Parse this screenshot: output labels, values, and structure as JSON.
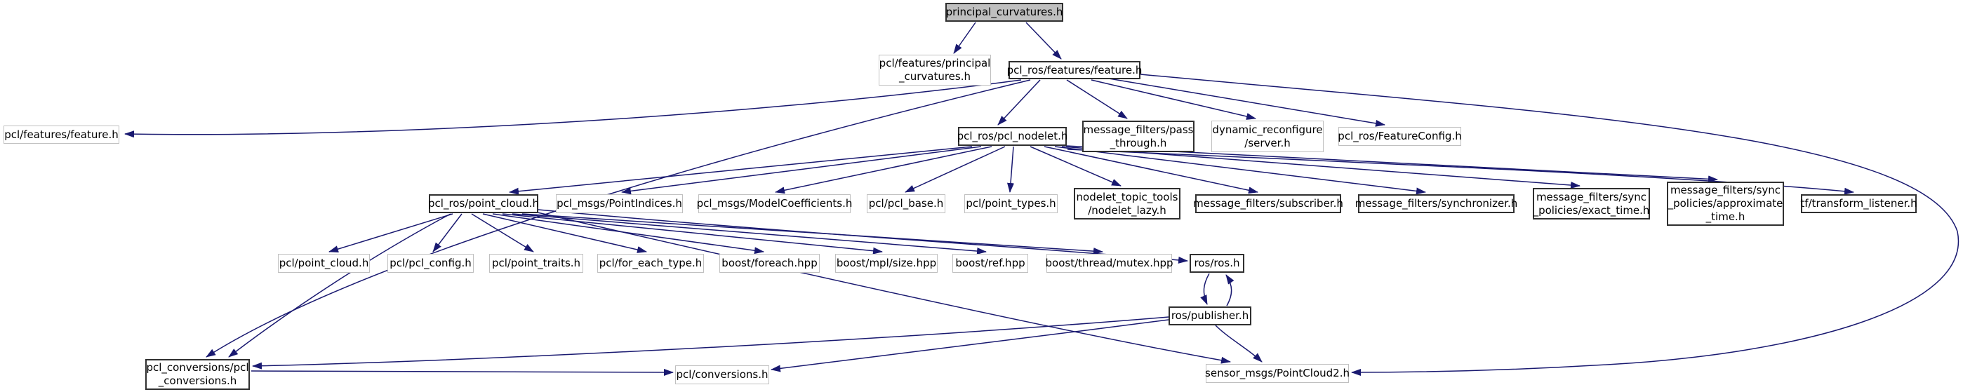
{
  "diagram": {
    "kind": "include-dependency-graph",
    "root_label": "principal_curvatures.h",
    "edge_color": "#191970",
    "current_node_fill": "#bfbfbf",
    "nodes": [
      {
        "id": "principal",
        "kind": "current",
        "label": [
          "principal_curvatures.h"
        ]
      },
      {
        "id": "featPrincipal",
        "kind": "external",
        "label": [
          "pcl/features/principal",
          "_curvatures.h"
        ]
      },
      {
        "id": "feature",
        "kind": "documented",
        "label": [
          "pcl_ros/features/feature.h"
        ]
      },
      {
        "id": "featFeature",
        "kind": "external",
        "label": [
          "pcl/features/feature.h"
        ]
      },
      {
        "id": "nodelet",
        "kind": "documented",
        "label": [
          "pcl_ros/pcl_nodelet.h"
        ]
      },
      {
        "id": "passThrough",
        "kind": "documented",
        "label": [
          "message_filters/pass",
          "_through.h"
        ]
      },
      {
        "id": "dynServer",
        "kind": "external",
        "label": [
          "dynamic_reconfigure",
          "/server.h"
        ]
      },
      {
        "id": "featureConfig",
        "kind": "external",
        "label": [
          "pcl_ros/FeatureConfig.h"
        ]
      },
      {
        "id": "rosPointCloud",
        "kind": "documented",
        "label": [
          "pcl_ros/point_cloud.h"
        ]
      },
      {
        "id": "pointIndices",
        "kind": "external",
        "label": [
          "pcl_msgs/PointIndices.h"
        ]
      },
      {
        "id": "modelCoeff",
        "kind": "external",
        "label": [
          "pcl_msgs/ModelCoefficients.h"
        ]
      },
      {
        "id": "pclBase",
        "kind": "external",
        "label": [
          "pcl/pcl_base.h"
        ]
      },
      {
        "id": "pointTypes",
        "kind": "external",
        "label": [
          "pcl/point_types.h"
        ]
      },
      {
        "id": "nodeletLazy",
        "kind": "documented",
        "label": [
          "nodelet_topic_tools",
          "/nodelet_lazy.h"
        ]
      },
      {
        "id": "subscriber",
        "kind": "documented",
        "label": [
          "message_filters/subscriber.h"
        ]
      },
      {
        "id": "synchronizer",
        "kind": "documented",
        "label": [
          "message_filters/synchronizer.h"
        ]
      },
      {
        "id": "exactTime",
        "kind": "documented",
        "label": [
          "message_filters/sync",
          "_policies/exact_time.h"
        ]
      },
      {
        "id": "approxTime",
        "kind": "documented",
        "label": [
          "message_filters/sync",
          "_policies/approximate",
          "_time.h"
        ]
      },
      {
        "id": "tf",
        "kind": "documented",
        "label": [
          "tf/transform_listener.h"
        ]
      },
      {
        "id": "pclPointCloud",
        "kind": "external",
        "label": [
          "pcl/point_cloud.h"
        ]
      },
      {
        "id": "pclConfig",
        "kind": "external",
        "label": [
          "pcl/pcl_config.h"
        ]
      },
      {
        "id": "pointTraits",
        "kind": "external",
        "label": [
          "pcl/point_traits.h"
        ]
      },
      {
        "id": "forEachType",
        "kind": "external",
        "label": [
          "pcl/for_each_type.h"
        ]
      },
      {
        "id": "boostForeach",
        "kind": "external",
        "label": [
          "boost/foreach.hpp"
        ]
      },
      {
        "id": "mplSize",
        "kind": "external",
        "label": [
          "boost/mpl/size.hpp"
        ]
      },
      {
        "id": "boostRef",
        "kind": "external",
        "label": [
          "boost/ref.hpp"
        ]
      },
      {
        "id": "mutex",
        "kind": "external",
        "label": [
          "boost/thread/mutex.hpp"
        ]
      },
      {
        "id": "rosRos",
        "kind": "documented",
        "label": [
          "ros/ros.h"
        ]
      },
      {
        "id": "publisher",
        "kind": "documented",
        "label": [
          "ros/publisher.h"
        ]
      },
      {
        "id": "pclConversions",
        "kind": "documented",
        "label": [
          "pcl_conversions/pcl",
          "_conversions.h"
        ]
      },
      {
        "id": "conversions",
        "kind": "external",
        "label": [
          "pcl/conversions.h"
        ]
      },
      {
        "id": "sensorMsgs",
        "kind": "external",
        "label": [
          "sensor_msgs/PointCloud2.h"
        ]
      }
    ],
    "edges": [
      {
        "from": "principal",
        "to": "featPrincipal"
      },
      {
        "from": "principal",
        "to": "feature"
      },
      {
        "from": "feature",
        "to": "featFeature"
      },
      {
        "from": "feature",
        "to": "pclConversions"
      },
      {
        "from": "feature",
        "to": "nodelet"
      },
      {
        "from": "feature",
        "to": "passThrough"
      },
      {
        "from": "feature",
        "to": "dynServer"
      },
      {
        "from": "feature",
        "to": "featureConfig"
      },
      {
        "from": "feature",
        "to": "sensorMsgs"
      },
      {
        "from": "nodelet",
        "to": "rosPointCloud"
      },
      {
        "from": "nodelet",
        "to": "pointIndices"
      },
      {
        "from": "nodelet",
        "to": "modelCoeff"
      },
      {
        "from": "nodelet",
        "to": "pclBase"
      },
      {
        "from": "nodelet",
        "to": "pointTypes"
      },
      {
        "from": "nodelet",
        "to": "nodeletLazy"
      },
      {
        "from": "nodelet",
        "to": "subscriber"
      },
      {
        "from": "nodelet",
        "to": "synchronizer"
      },
      {
        "from": "nodelet",
        "to": "exactTime"
      },
      {
        "from": "nodelet",
        "to": "approxTime"
      },
      {
        "from": "nodelet",
        "to": "tf"
      },
      {
        "from": "rosPointCloud",
        "to": "pclPointCloud"
      },
      {
        "from": "rosPointCloud",
        "to": "pclConfig"
      },
      {
        "from": "rosPointCloud",
        "to": "pointTraits"
      },
      {
        "from": "rosPointCloud",
        "to": "forEachType"
      },
      {
        "from": "rosPointCloud",
        "to": "boostForeach"
      },
      {
        "from": "rosPointCloud",
        "to": "mplSize"
      },
      {
        "from": "rosPointCloud",
        "to": "boostRef"
      },
      {
        "from": "rosPointCloud",
        "to": "mutex"
      },
      {
        "from": "rosPointCloud",
        "to": "rosRos"
      },
      {
        "from": "rosPointCloud",
        "to": "pclConversions"
      },
      {
        "from": "rosPointCloud",
        "to": "sensorMsgs"
      },
      {
        "from": "rosRos",
        "to": "publisher"
      },
      {
        "from": "publisher",
        "to": "rosRos"
      },
      {
        "from": "publisher",
        "to": "pclConversions"
      },
      {
        "from": "publisher",
        "to": "conversions"
      },
      {
        "from": "publisher",
        "to": "sensorMsgs"
      },
      {
        "from": "pclConversions",
        "to": "conversions"
      }
    ]
  }
}
